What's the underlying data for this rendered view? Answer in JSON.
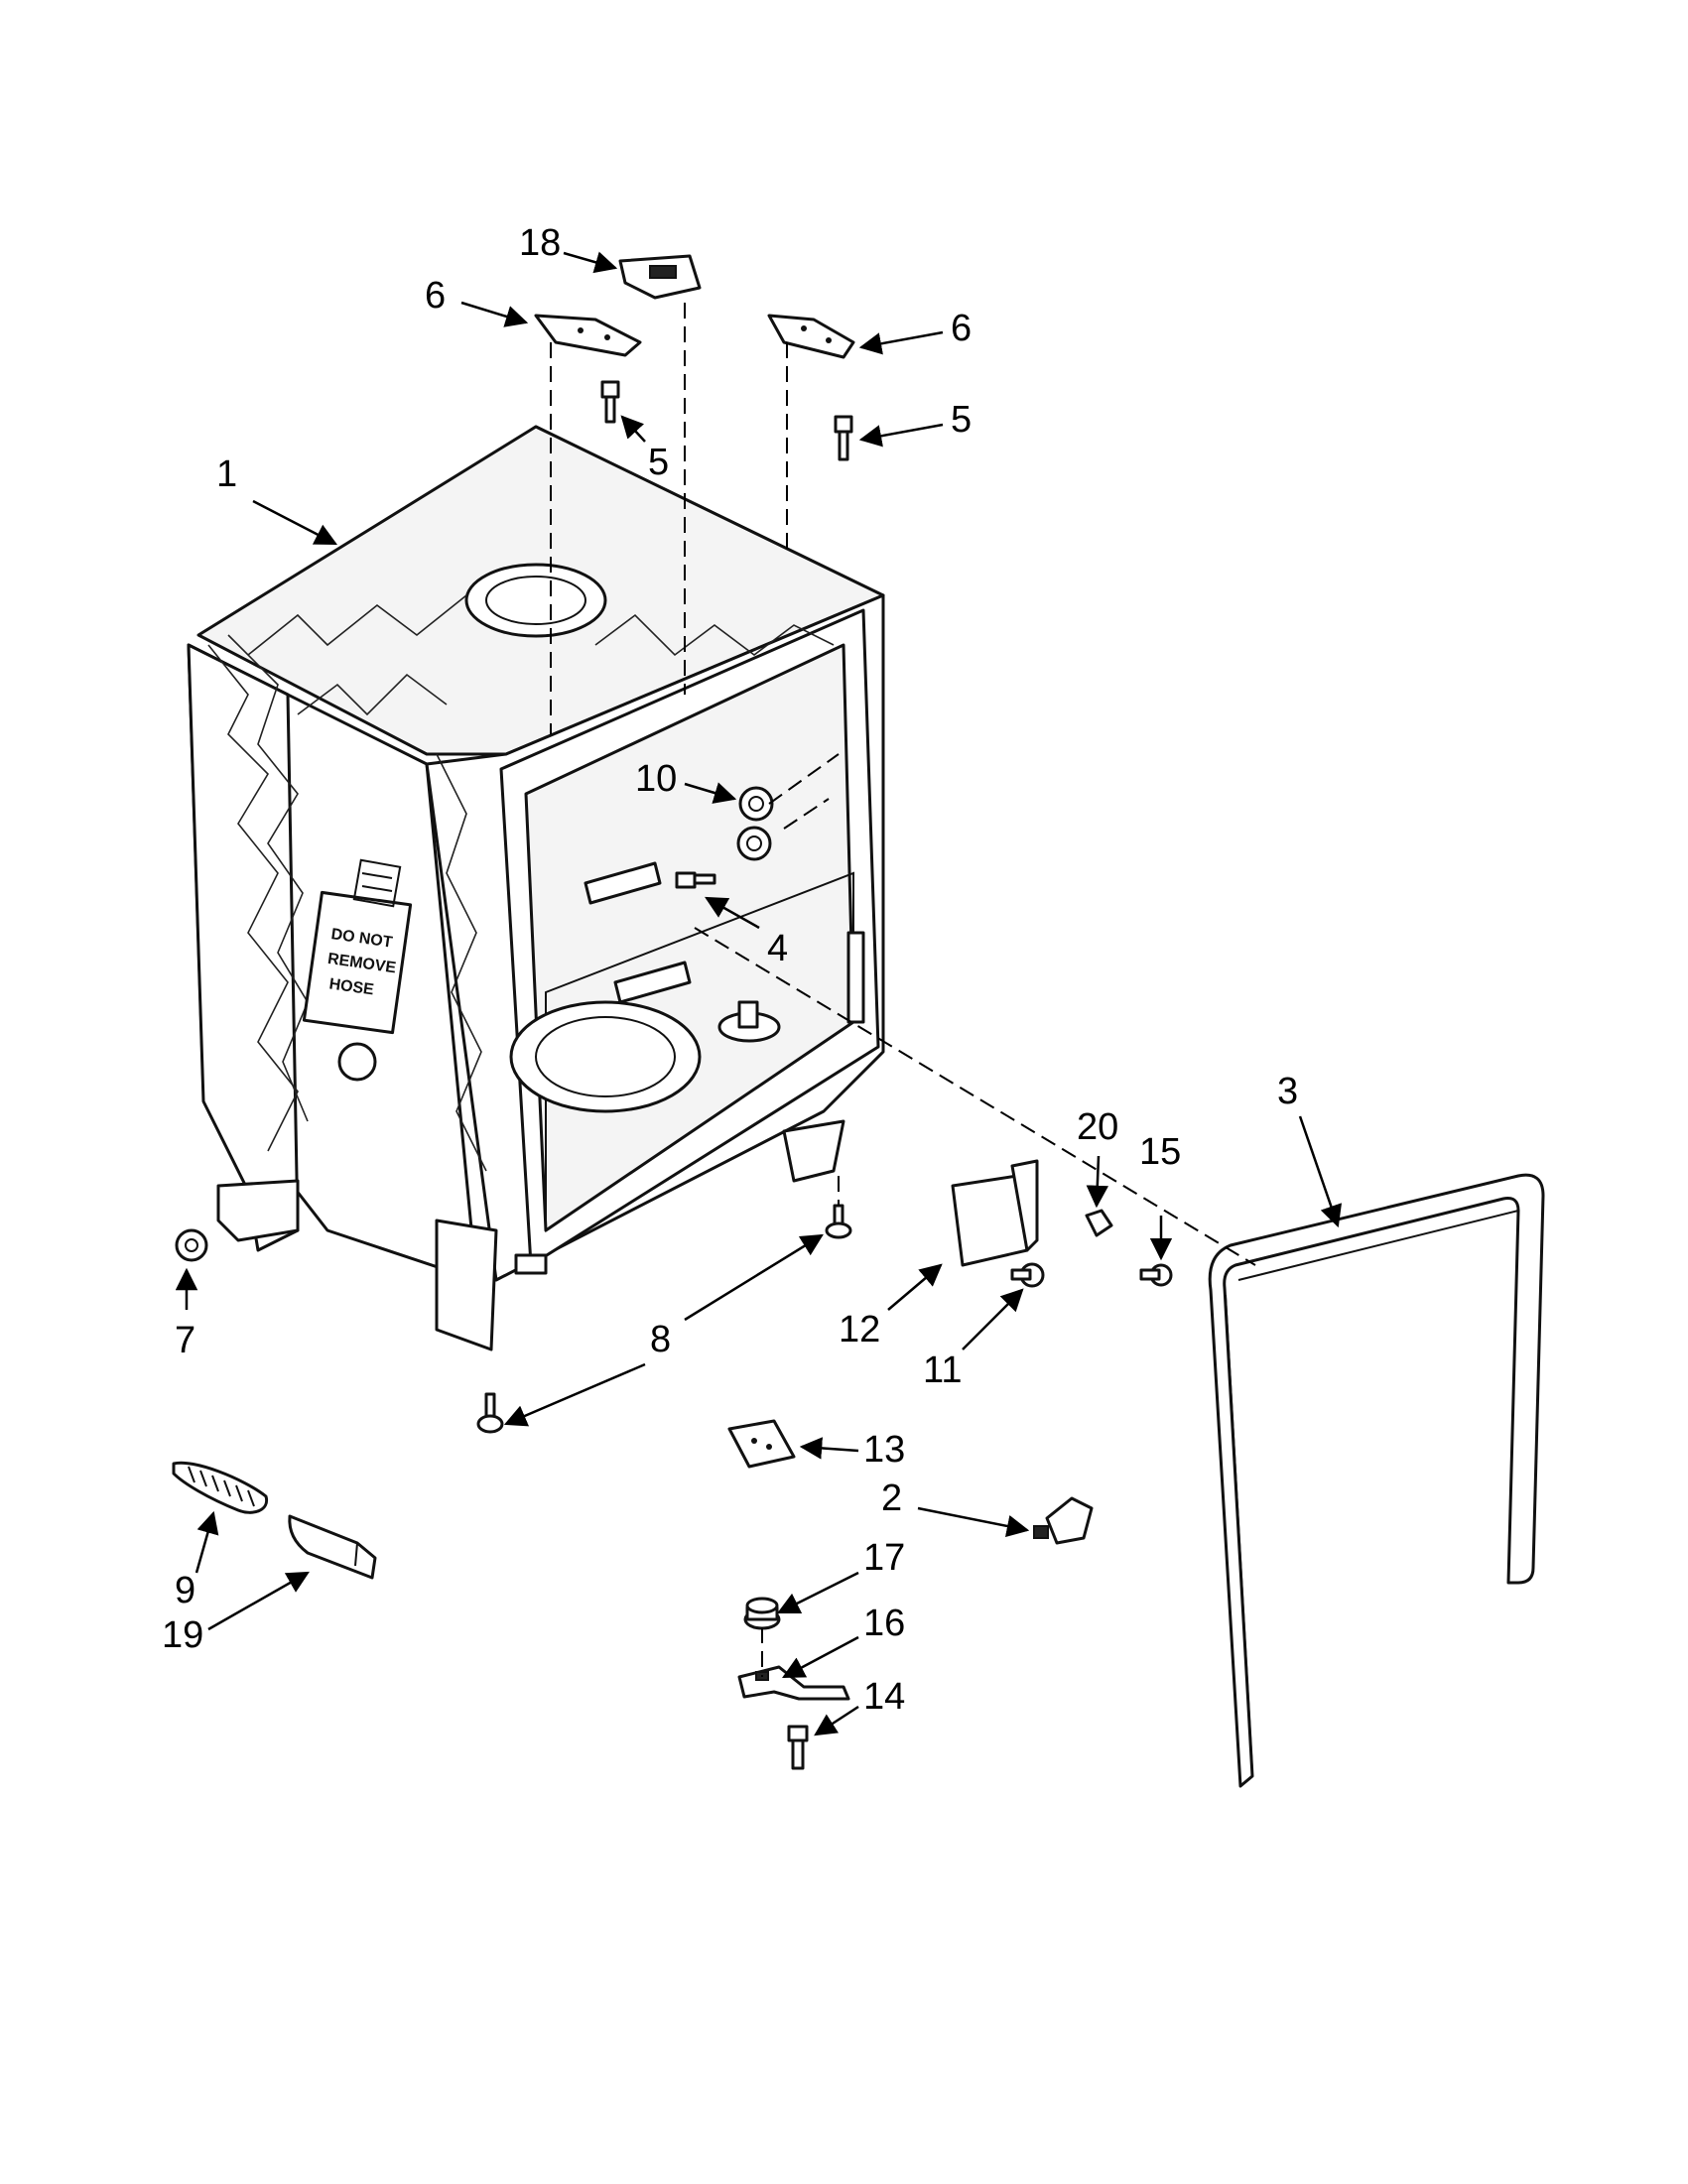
{
  "diagram": {
    "callouts": [
      {
        "id": "1",
        "text": "1"
      },
      {
        "id": "2",
        "text": "2"
      },
      {
        "id": "3",
        "text": "3"
      },
      {
        "id": "4",
        "text": "4"
      },
      {
        "id": "5a",
        "text": "5"
      },
      {
        "id": "5b",
        "text": "5"
      },
      {
        "id": "6a",
        "text": "6"
      },
      {
        "id": "6b",
        "text": "6"
      },
      {
        "id": "7",
        "text": "7"
      },
      {
        "id": "8",
        "text": "8"
      },
      {
        "id": "9",
        "text": "9"
      },
      {
        "id": "10",
        "text": "10"
      },
      {
        "id": "11",
        "text": "11"
      },
      {
        "id": "12",
        "text": "12"
      },
      {
        "id": "13",
        "text": "13"
      },
      {
        "id": "14",
        "text": "14"
      },
      {
        "id": "15",
        "text": "15"
      },
      {
        "id": "16",
        "text": "16"
      },
      {
        "id": "17",
        "text": "17"
      },
      {
        "id": "18",
        "text": "18"
      },
      {
        "id": "19",
        "text": "19"
      },
      {
        "id": "20",
        "text": "20"
      }
    ],
    "tub_warning_label": [
      "DO NOT",
      "REMOVE",
      "HOSE"
    ]
  }
}
